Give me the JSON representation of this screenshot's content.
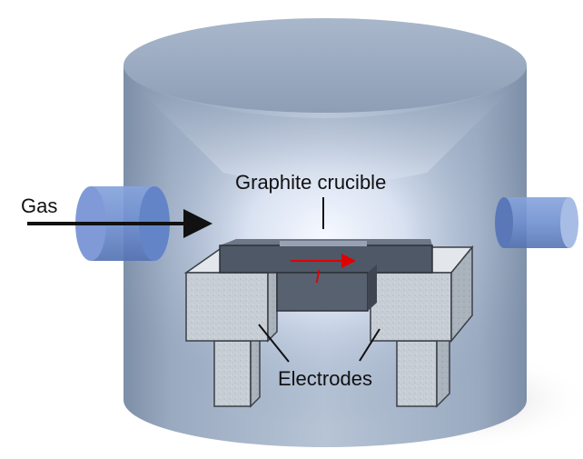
{
  "labels": {
    "gas": "Gas",
    "crucible": "Graphite crucible",
    "electrodes": "Electrodes",
    "current": "I"
  },
  "colors": {
    "chamber_body": "#7f93ad",
    "chamber_top": "#9aabc3",
    "glow_center": "#f3f7ff",
    "port": "#6f8fd0",
    "electrode_face": "#c9cfd6",
    "crucible": "#4f5866",
    "current_arrow": "#e00000",
    "text": "#111111"
  }
}
